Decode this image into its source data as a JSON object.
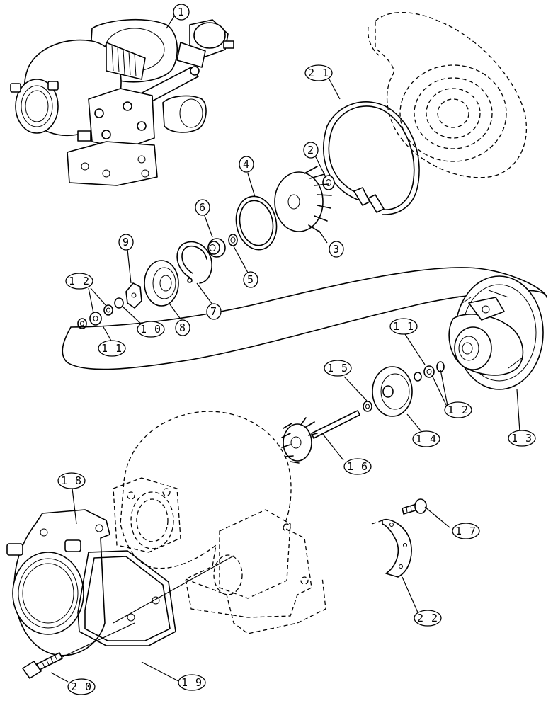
{
  "callouts": [
    {
      "label": "1"
    },
    {
      "label": "2 1"
    },
    {
      "label": "2"
    },
    {
      "label": "4"
    },
    {
      "label": "3"
    },
    {
      "label": "6"
    },
    {
      "label": "5"
    },
    {
      "label": "9"
    },
    {
      "label": "7"
    },
    {
      "label": "1 2"
    },
    {
      "label": "8"
    },
    {
      "label": "1 0"
    },
    {
      "label": "1 1"
    },
    {
      "label": "1 1"
    },
    {
      "label": "1 5"
    },
    {
      "label": "1 2"
    },
    {
      "label": "1 4"
    },
    {
      "label": "1 3"
    },
    {
      "label": "1 6"
    },
    {
      "label": "1 8"
    },
    {
      "label": "1 7"
    },
    {
      "label": "2 2"
    },
    {
      "label": "2 0"
    },
    {
      "label": "1 9"
    }
  ]
}
